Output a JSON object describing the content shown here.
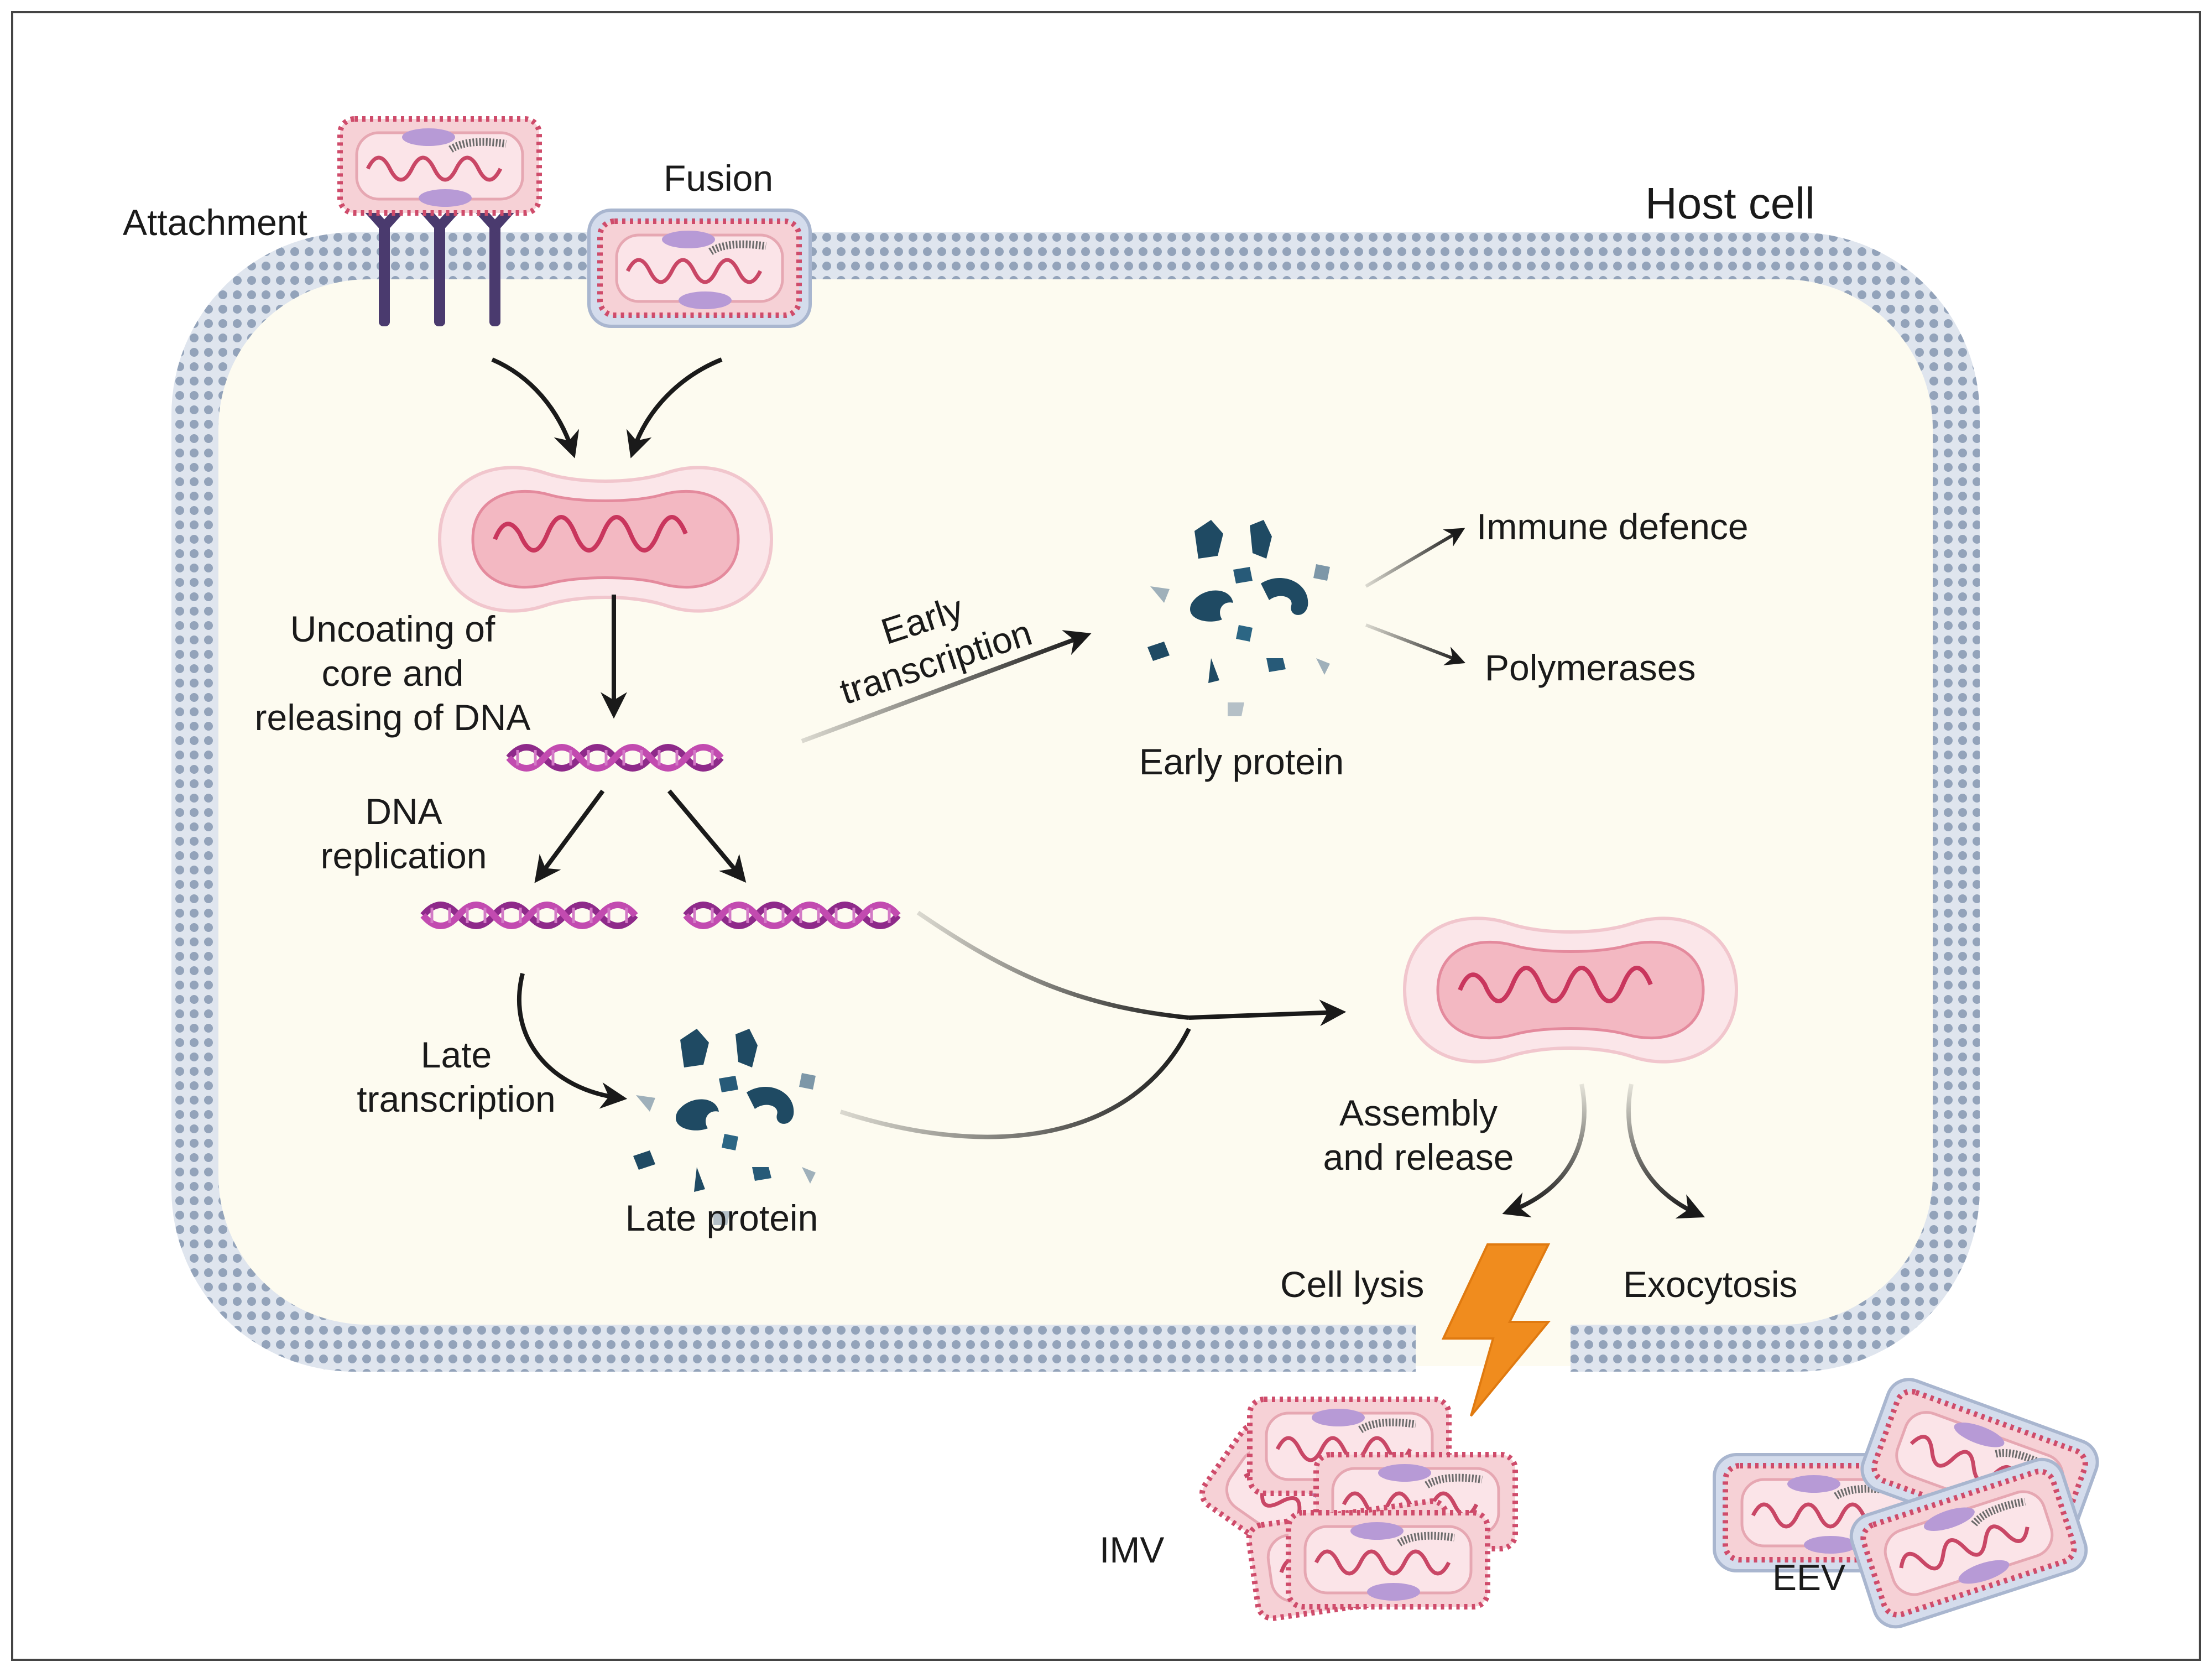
{
  "labels": {
    "attachment": "Attachment",
    "fusion": "Fusion",
    "host_cell": "Host cell",
    "uncoating_1": "Uncoating of",
    "uncoating_2": "core and",
    "uncoating_3": "releasing of DNA",
    "early_transcription_1": "Early",
    "early_transcription_2": "transcription",
    "early_protein": "Early protein",
    "immune_defence": "Immune defence",
    "polymerases": "Polymerases",
    "dna_replication_1": "DNA",
    "dna_replication_2": "replication",
    "late_transcription_1": "Late",
    "late_transcription_2": "transcription",
    "late_protein": "Late protein",
    "assembly_1": "Assembly",
    "assembly_2": "and release",
    "cell_lysis": "Cell lysis",
    "exocytosis": "Exocytosis",
    "imv": "IMV",
    "eev": "EEV"
  },
  "colors": {
    "cytoplasm": "#fdfbf0",
    "membrane": "#8e9fb8",
    "virion_fill": "#f6d1d6",
    "virion_border": "#cf4c6b",
    "core_pink": "#f3b3bf",
    "dna_magenta": "#b0329e",
    "protein_dark": "#1f4a63",
    "protein_light": "#9fb0ba",
    "receptor": "#4a3a6e",
    "lightning": "#f08c1e",
    "arrow": "#1a1a1a"
  }
}
